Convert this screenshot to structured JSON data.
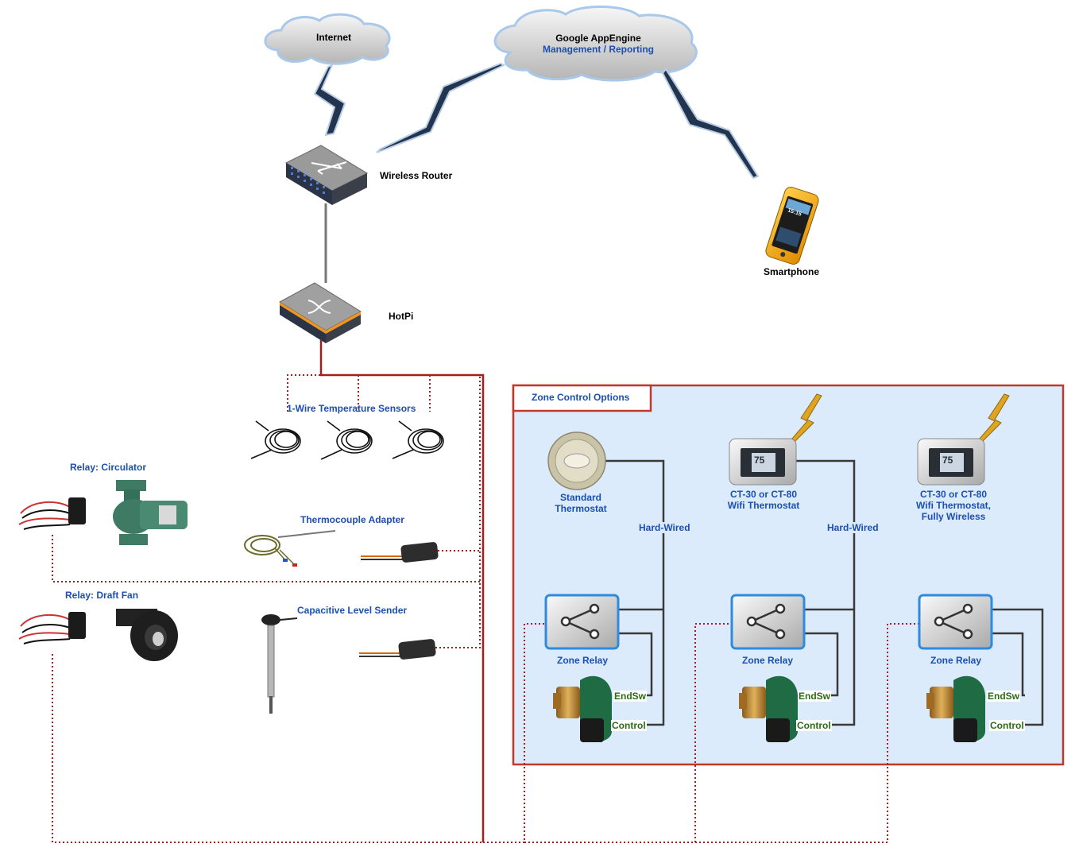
{
  "clouds": {
    "internet": "Internet",
    "appengine_title": "Google AppEngine",
    "appengine_subtitle": "Management / Reporting"
  },
  "devices": {
    "router": "Wireless Router",
    "hotpi": "HotPi",
    "smartphone": "Smartphone",
    "phone_time": "15:15"
  },
  "peripherals": {
    "temp_sensors": "1-Wire Temperature Sensors",
    "thermocouple": "Thermocouple Adapter",
    "level_sender": "Capacitive Level Sender",
    "relay_circulator": "Relay: Circulator",
    "relay_fan": "Relay: Draft Fan"
  },
  "zone": {
    "title": "Zone Control Options",
    "thermostat_standard": [
      "Standard",
      "Thermostat"
    ],
    "thermostat_ct_wifi": [
      "CT-30 or CT-80",
      "Wifi Thermostat"
    ],
    "thermostat_ct_wireless": [
      "CT-30 or CT-80",
      "Wifi Thermostat,",
      "Fully Wireless"
    ],
    "display_temp": "75",
    "hard_wired": "Hard-Wired",
    "zone_relay": "Zone Relay",
    "endsw": "EndSw",
    "control": "Control"
  },
  "colors": {
    "zone_border": "#c0392b",
    "zone_fill": "#dcebfb",
    "label_blue": "#1b4fb0",
    "label_green": "#2b6b16",
    "bus_red": "#a31f1f",
    "lightning_navy": "#23344f",
    "lightning_gold": "#e0a420"
  }
}
